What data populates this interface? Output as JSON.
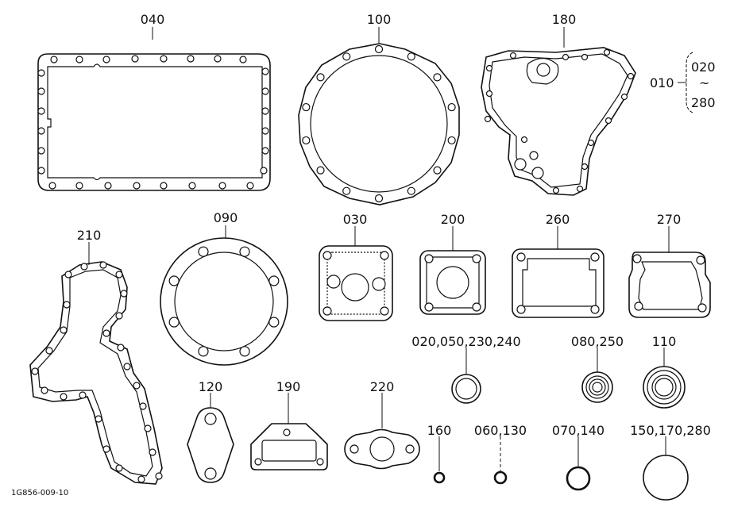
{
  "callouts": {
    "c040": "040",
    "c100": "100",
    "c180": "180",
    "c010": "010",
    "c020": "020",
    "c280": "280",
    "tilde": "~",
    "c210": "210",
    "c090": "090",
    "c030": "030",
    "c200": "200",
    "c260": "260",
    "c270": "270",
    "c_multi1": "020,050,230,240",
    "c_multi2": "080,250",
    "c110": "110",
    "c120": "120",
    "c190": "190",
    "c220": "220",
    "c160": "160",
    "c_multi3": "060,130",
    "c_multi4": "070,140",
    "c_multi5": "150,170,280"
  },
  "figure_id": "1G856-009-10"
}
